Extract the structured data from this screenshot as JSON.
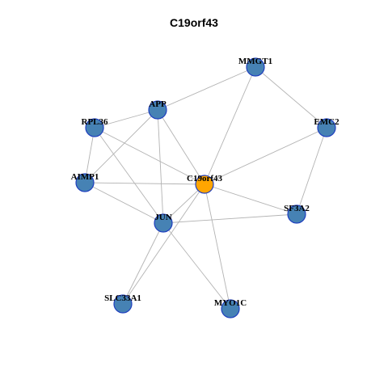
{
  "title": "C19orf43",
  "colors": {
    "node": "#4682b4",
    "center_node": "#ffa500",
    "node_stroke": "#1f3fbf",
    "edge": "#b3b3b3"
  },
  "nodes": [
    {
      "id": "MMGT1",
      "label": "MMGT1"
    },
    {
      "id": "APP",
      "label": "APP"
    },
    {
      "id": "RPL36",
      "label": "RPL36"
    },
    {
      "id": "EMC2",
      "label": "EMC2"
    },
    {
      "id": "C19orf43",
      "label": "C19orf43",
      "center": true
    },
    {
      "id": "AIMP1",
      "label": "AIMP1"
    },
    {
      "id": "SF3A2",
      "label": "SF3A2"
    },
    {
      "id": "JUN",
      "label": "JUN"
    },
    {
      "id": "SLC33A1",
      "label": "SLC33A1"
    },
    {
      "id": "MYO1C",
      "label": "MYO1C"
    }
  ],
  "edges": [
    [
      "APP",
      "MMGT1"
    ],
    [
      "MMGT1",
      "EMC2"
    ],
    [
      "MMGT1",
      "C19orf43"
    ],
    [
      "APP",
      "RPL36"
    ],
    [
      "APP",
      "AIMP1"
    ],
    [
      "APP",
      "JUN"
    ],
    [
      "APP",
      "C19orf43"
    ],
    [
      "RPL36",
      "AIMP1"
    ],
    [
      "RPL36",
      "JUN"
    ],
    [
      "RPL36",
      "C19orf43"
    ],
    [
      "EMC2",
      "C19orf43"
    ],
    [
      "EMC2",
      "SF3A2"
    ],
    [
      "AIMP1",
      "C19orf43"
    ],
    [
      "AIMP1",
      "JUN"
    ],
    [
      "C19orf43",
      "JUN"
    ],
    [
      "C19orf43",
      "SF3A2"
    ],
    [
      "C19orf43",
      "SLC33A1"
    ],
    [
      "C19orf43",
      "MYO1C"
    ],
    [
      "JUN",
      "SF3A2"
    ],
    [
      "JUN",
      "SLC33A1"
    ],
    [
      "JUN",
      "MYO1C"
    ]
  ]
}
